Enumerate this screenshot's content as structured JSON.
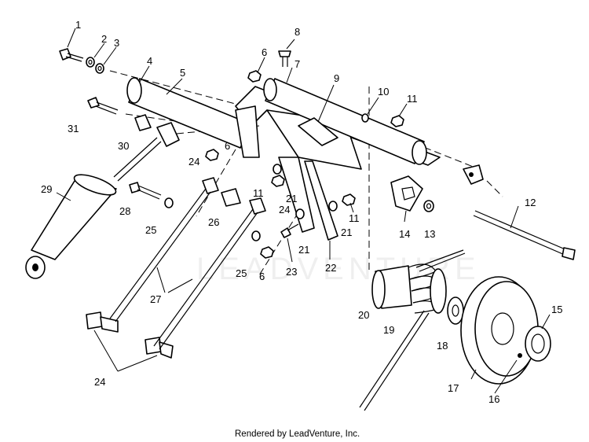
{
  "callouts": {
    "c1": "1",
    "c2": "2",
    "c3": "3",
    "c4": "4",
    "c5": "5",
    "c6a": "6",
    "c7": "7",
    "c8": "8",
    "c9": "9",
    "c10": "10",
    "c11a": "11",
    "c12": "12",
    "c6b": "6",
    "c24a": "24",
    "c11b": "11",
    "c21a": "21",
    "c11c": "11",
    "c13": "13",
    "c14": "14",
    "c21b": "21",
    "c21c": "21",
    "c22": "22",
    "c23": "23",
    "c24b": "24",
    "c26": "26",
    "c28": "28",
    "c25a": "25",
    "c25b": "25",
    "c6c": "6",
    "c27": "27",
    "c29": "29",
    "c30": "30",
    "c31": "31",
    "c20": "20",
    "c19": "19",
    "c18": "18",
    "c17": "17",
    "c16": "16",
    "c15": "15",
    "c24c": "24"
  },
  "watermark": "LEADVENTURE",
  "footer": "Rendered by LeadVenture, Inc."
}
